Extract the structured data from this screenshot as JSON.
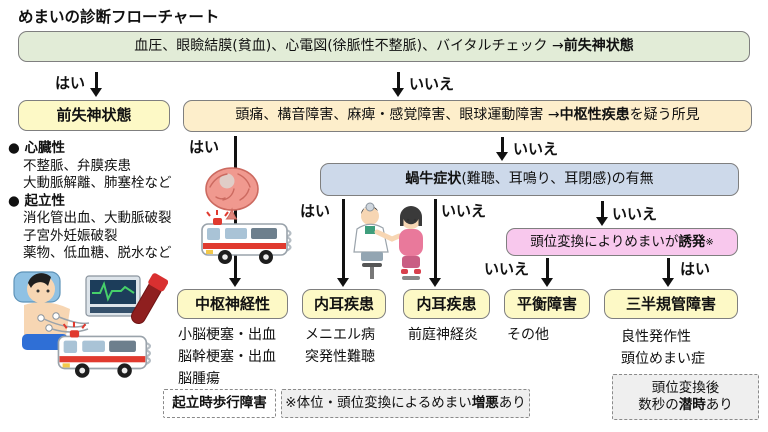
{
  "title": "めまいの診断フローチャート",
  "bullet": "●",
  "labels": {
    "yes": "はい",
    "no": "いいえ"
  },
  "vital_box": {
    "prefix": "血圧、眼瞼結膜(貧血)、心電図(徐脈性不整脈)、バイタルチェック → ",
    "bold": "前失神状態"
  },
  "presyncope_box": {
    "label": "前失神状態"
  },
  "central_sign_box": {
    "prefix": "頭痛、構音障害、麻痺・感覚障害、眼球運動障害 → ",
    "bold": "中枢性疾患",
    "suffix": "を疑う所見"
  },
  "side_list": {
    "cardiac_heading": "心臓性",
    "cardiac_lines": [
      "不整脈、弁膜疾患",
      "大動脈解離、肺塞栓など"
    ],
    "orthostatic_heading": "起立性",
    "orthostatic_lines": [
      "消化管出血、大動脈破裂",
      "子宮外妊娠破裂",
      "薬物、低血糖、脱水など"
    ]
  },
  "cochlear_box": {
    "bold": "蝸牛症状",
    "suffix": "(難聴、耳鳴り、耳閉感)の有無"
  },
  "positional_box": {
    "prefix": "頭位変換によりめまいが",
    "bold": "誘発",
    "mark": "※"
  },
  "outcomes": [
    {
      "label": "中枢神経性",
      "details": [
        "小脳梗塞・出血",
        "脳幹梗塞・出血",
        "脳腫瘍"
      ]
    },
    {
      "label": "内耳疾患",
      "details": [
        "メニエル病",
        "突発性難聴"
      ]
    },
    {
      "label": "内耳疾患",
      "details": [
        "前庭神経炎"
      ]
    },
    {
      "label": "平衡障害",
      "details": [
        "その他"
      ]
    },
    {
      "label": "三半規管障害",
      "details": [
        "良性発作性",
        "頭位めまい症"
      ]
    }
  ],
  "notes": {
    "gait": "起立時歩行障害",
    "worsening": {
      "prefix": "※体位・頭位変換によるめまい",
      "bold": "増悪",
      "suffix": "あり"
    },
    "latency": {
      "line1": "頭位変換後",
      "line2_prefix": "数秒の",
      "line2_bold": "潜時",
      "line2_suffix": "あり"
    }
  },
  "icons": {
    "brain": "brain-icon",
    "ambulance": "ambulance-icon",
    "ear_exam": "ear-exam-icon",
    "ecg_patient": "ecg-patient-icon",
    "blood_tube": "blood-tube-icon"
  },
  "colors": {
    "green": "#e2ecd7",
    "yellow": "#fdf9c6",
    "cream": "#fdeecb",
    "blue": "#cdd9ea",
    "pink": "#f8c8ed",
    "note_gray": "#efefef",
    "border": "#7f7f7f"
  }
}
